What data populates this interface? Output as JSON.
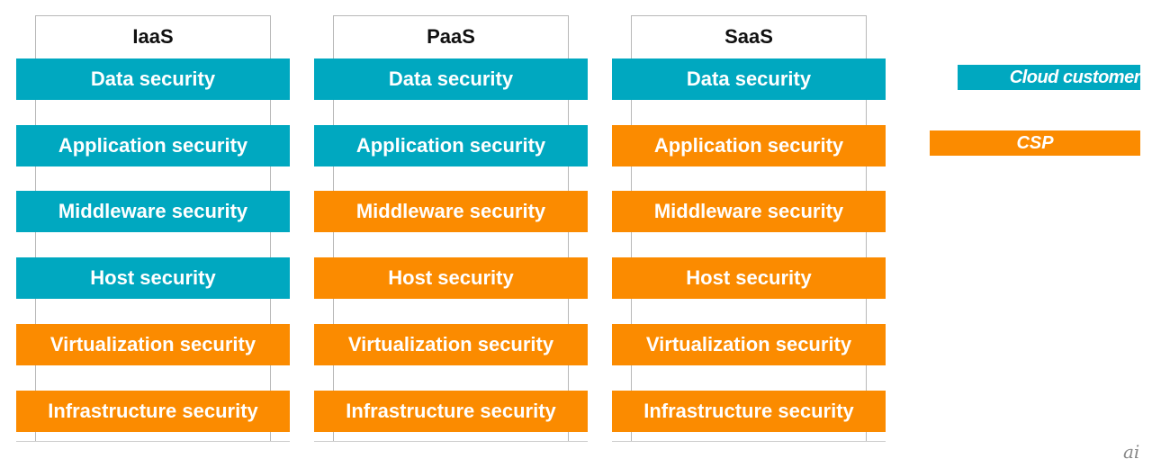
{
  "columns": [
    {
      "title": "IaaS",
      "layers": [
        {
          "label": "Data security",
          "owner": "customer"
        },
        {
          "label": "Application security",
          "owner": "customer"
        },
        {
          "label": "Middleware security",
          "owner": "customer"
        },
        {
          "label": "Host security",
          "owner": "customer"
        },
        {
          "label": "Virtualization security",
          "owner": "csp"
        },
        {
          "label": "Infrastructure security",
          "owner": "csp"
        }
      ]
    },
    {
      "title": "PaaS",
      "layers": [
        {
          "label": "Data security",
          "owner": "customer"
        },
        {
          "label": "Application security",
          "owner": "customer"
        },
        {
          "label": "Middleware security",
          "owner": "csp"
        },
        {
          "label": "Host security",
          "owner": "csp"
        },
        {
          "label": "Virtualization security",
          "owner": "csp"
        },
        {
          "label": "Infrastructure security",
          "owner": "csp"
        }
      ]
    },
    {
      "title": "SaaS",
      "layers": [
        {
          "label": "Data security",
          "owner": "customer"
        },
        {
          "label": "Application security",
          "owner": "csp"
        },
        {
          "label": "Middleware security",
          "owner": "csp"
        },
        {
          "label": "Host security",
          "owner": "csp"
        },
        {
          "label": "Virtualization security",
          "owner": "csp"
        },
        {
          "label": "Infrastructure security",
          "owner": "csp"
        }
      ]
    }
  ],
  "legend": {
    "customer": {
      "label": "Cloud customer",
      "color": "#00a8c0"
    },
    "csp": {
      "label": "CSP",
      "color": "#fb8b00"
    }
  },
  "logo": "ai"
}
